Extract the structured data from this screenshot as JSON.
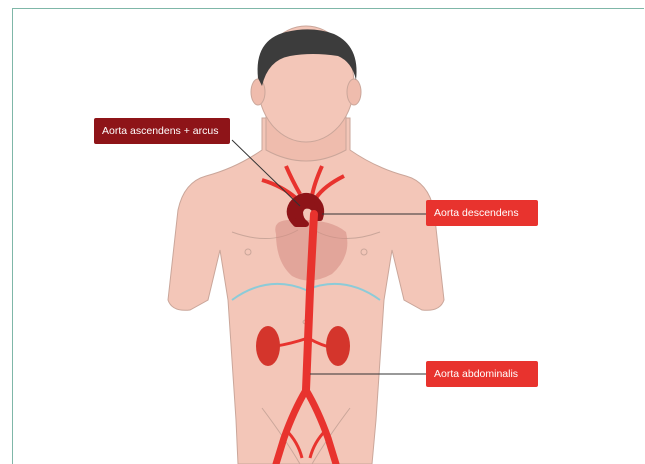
{
  "labels": {
    "ascending_arch": "Aorta ascendens + arcus",
    "descending": "Aorta descendens",
    "abdominal": "Aorta abdominalis"
  },
  "colors": {
    "skin": "#f3c6b8",
    "skin_outline": "#caa69a",
    "hair": "#3c3c3c",
    "artery": "#e8332e",
    "aorta_arch": "#8e1418",
    "diaphragm": "#8ccbd8",
    "label_dark": "#8e1418",
    "label_red": "#e8332e"
  }
}
